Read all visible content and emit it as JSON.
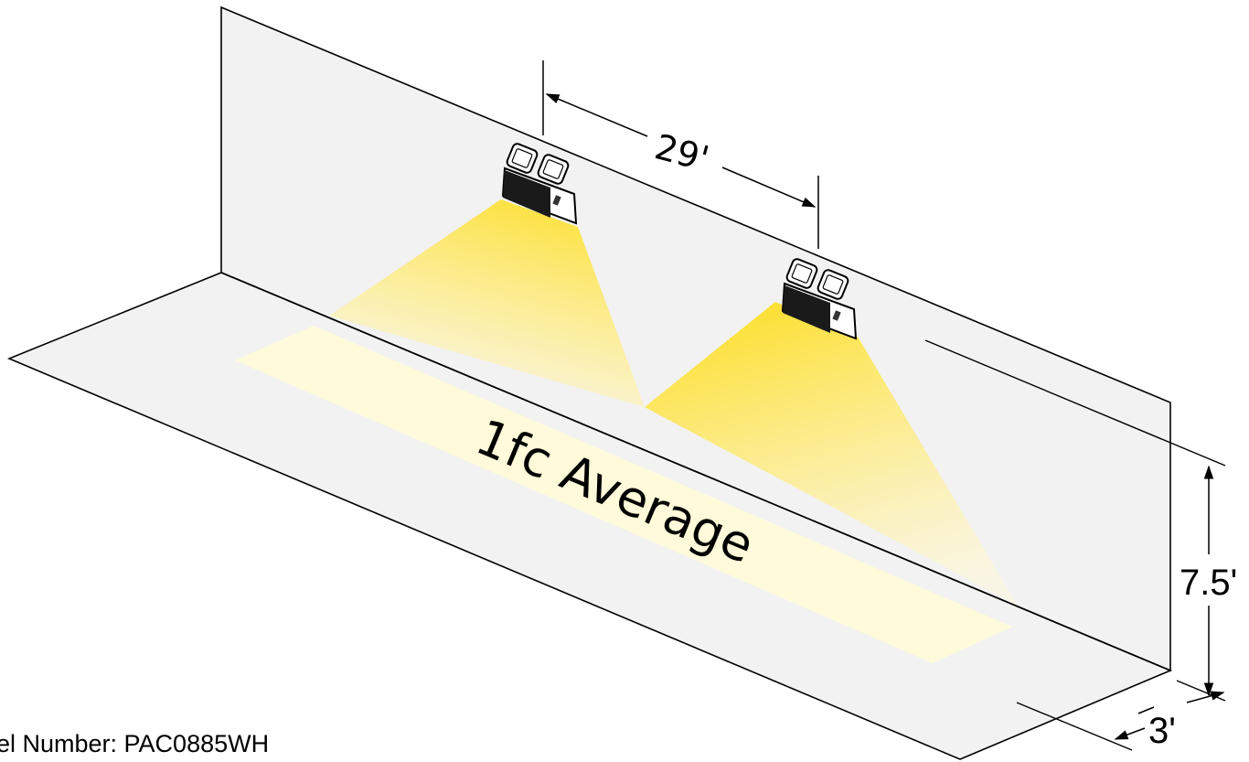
{
  "diagram": {
    "area_label": "1fc Average",
    "spacing_dimension": "29'",
    "height_dimension": "7.5'",
    "width_dimension": "3'",
    "model_number": "el Number: PAC0885WH"
  },
  "colors": {
    "wall": "#f2f2f2",
    "floor": "#f2f2f2",
    "light_beam": "#fce34a",
    "floor_glow": "#fffad9",
    "line": "#000000",
    "fixture_body": "#1a1a1a",
    "fixture_lamp": "#ffffff"
  },
  "fixtures": [
    {
      "name": "emergency-light-fixture-left"
    },
    {
      "name": "emergency-light-fixture-right"
    }
  ]
}
